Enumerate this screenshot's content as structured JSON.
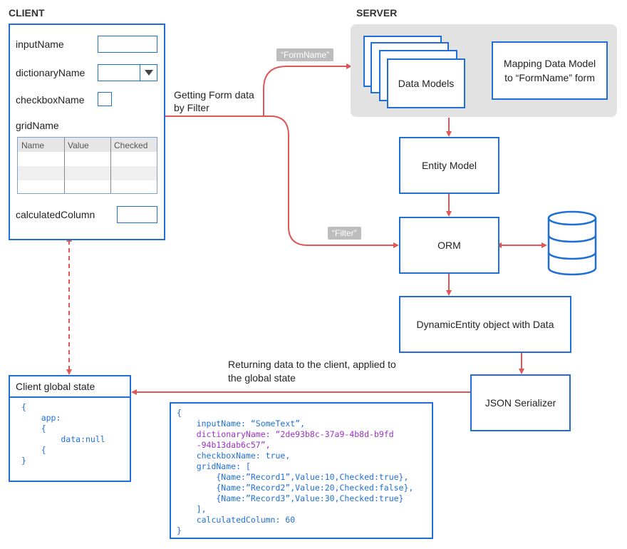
{
  "client": {
    "header": "CLIENT",
    "fields": {
      "input_name": "inputName",
      "dictionary_name": "dictionaryName",
      "checkbox_name": "checkboxName",
      "grid_name": "gridName",
      "calculated_column": "calculatedColumn"
    },
    "grid_columns": [
      "Name",
      "Value",
      "Checked"
    ],
    "global_state": {
      "title": "Client global state",
      "code": [
        "{",
        "    app:",
        "    {",
        "        data:null",
        "    {",
        "}"
      ]
    }
  },
  "server": {
    "header": "SERVER",
    "data_models": "Data Models",
    "mapping": "Mapping Data Model to “FormName” form",
    "entity_model": "Entity Model",
    "orm": "ORM",
    "dynamic_entity": "DynamicEntity object with Data",
    "json_serializer": "JSON Serializer"
  },
  "labels": {
    "getting_form_data": "Getting Form data by Filter",
    "form_name_tag": "“FormName”",
    "filter_tag": "“Filter”",
    "returning_data": "Returning data to the client, applied to the global state"
  },
  "json_payload": {
    "lines": [
      "{",
      "    inputName: “SomeText”,",
      "    dictionaryName: “2de93b8c-37a9-4b8d-b9fd",
      "    -94b13dab6c57”,",
      "    checkboxName: true,",
      "    gridName: [",
      "        {Name:”Record1”,Value:10,Checked:true},",
      "        {Name:”Record2”,Value:20,Checked:false},",
      "        {Name:”Record3”,Value:30,Checked:true}",
      "    ],",
      "    calculatedColumn: 60",
      "}"
    ]
  },
  "colors": {
    "box_border": "#1f6fd6",
    "arrow": "#e05555",
    "server_panel": "#e2e2e2",
    "tag_bg": "#bdbdbd"
  }
}
